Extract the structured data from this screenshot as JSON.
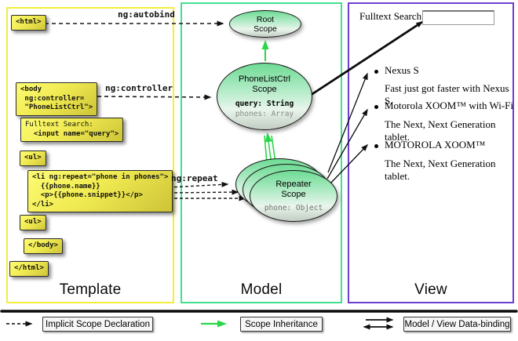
{
  "columns": {
    "template_label": "Template",
    "model_label": "Model",
    "view_label": "View"
  },
  "template": {
    "boxes": {
      "html_open": "<html>",
      "body_open": "<body\n ng:controller=\n \"PhoneListCtrl\">",
      "fulltext_line1": "Fulltext Search:",
      "fulltext_line2": "  <input name=\"query\">",
      "ul_open": "<ul>",
      "li_repeat": "<li ng:repeat=\"phone in phones\">\n  {{phone.name}}\n  <p>{{phone.snippet}}</p>\n</li>",
      "ul_close": "<ul>",
      "body_close": "</body>",
      "html_close": "</html>"
    },
    "arrow_labels": {
      "autobind": "ng:autobind",
      "controller": "ng:controller",
      "repeat": "ng:repeat"
    }
  },
  "model": {
    "root_scope": {
      "title": "Root\nScope"
    },
    "phonelist_scope": {
      "title": "PhoneListCtrl\nScope",
      "prop_query": "query: String",
      "prop_phones": "phones: Array"
    },
    "repeater_scope": {
      "title": "Repeater\nScope",
      "prop_phone": "phone: Object"
    }
  },
  "view": {
    "search_label": "Fulltext Search:",
    "search_value": "",
    "items": [
      {
        "name": "Nexus S",
        "snippet": "Fast just got faster with Nexus S."
      },
      {
        "name": "Motorola XOOM™  with Wi-Fi",
        "snippet": "The Next, Next Generation tablet."
      },
      {
        "name": "MOTOROLA XOOM™",
        "snippet": "The Next, Next Generation tablet."
      }
    ]
  },
  "legend": {
    "implicit": "Implicit Scope Declaration",
    "inheritance": "Scope Inheritance",
    "databinding": "Model / View Data-binding"
  },
  "colors": {
    "template_border": "#f2ee3a",
    "model_border": "#41e090",
    "view_border": "#6b3fd4",
    "scope_fill_top": "#6edb94",
    "box_fill": "#f1eb52",
    "green_arrow": "#2bd64b",
    "arrow_black": "#111111"
  }
}
